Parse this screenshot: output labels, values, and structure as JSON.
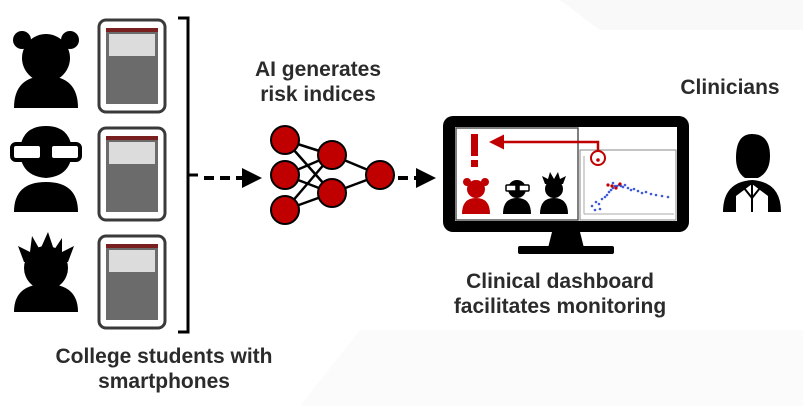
{
  "labels": {
    "students_line1": "College students with",
    "students_line2": "smartphones",
    "ai_line1": "AI generates",
    "ai_line2": "risk indices",
    "dashboard_line1": "Clinical dashboard",
    "dashboard_line2": "facilitates monitoring",
    "clinicians": "Clinicians"
  },
  "colors": {
    "figure": "#000000",
    "accent_red": "#c00000",
    "phone_body": "#ffffff",
    "phone_frame": "#3a3a3a",
    "phone_screen": "#6b6b6b",
    "scatter_blue": "#3d5bd9",
    "label_text": "#2b2b2b"
  },
  "icons": {
    "students": [
      "bear-avatar-icon",
      "glasses-avatar-icon",
      "spiky-hair-avatar-icon"
    ],
    "phone": "smartphone-icon",
    "network": "neural-network-icon",
    "monitor": "monitor-icon",
    "alert": "exclamation-icon",
    "clinician": "clinician-icon"
  }
}
